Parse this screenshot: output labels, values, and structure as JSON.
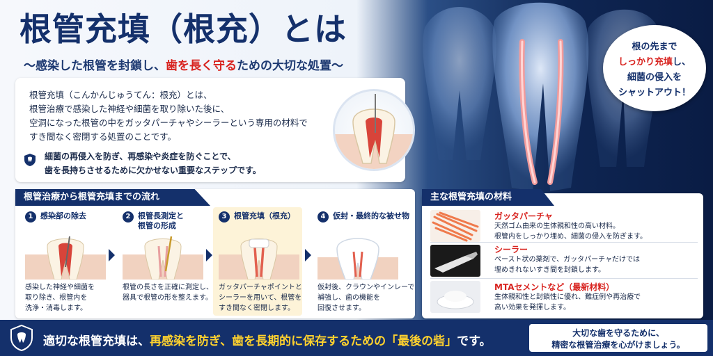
{
  "title": "根管充填（根充）とは",
  "subtitle": {
    "pre": "～感染した根管を封鎖し、",
    "highlight": "歯を長く守る",
    "post": "ための大切な処置～"
  },
  "intro": {
    "lines": [
      "根管充填（こんかんじゅうてん：根充）とは、",
      "根管治療で感染した神経や細菌を取り除いた後に、",
      "空洞になった根管の中をガッタパーチャやシーラーという専用の材料で",
      "すき間なく密閉する処置のことです。"
    ],
    "note_lines": [
      "細菌の再侵入を防ぎ、再感染や炎症を防ぐことで、",
      "歯を長持ちさせるために欠かせない重要なステップです。"
    ]
  },
  "bubble": {
    "line1": "根の先まで",
    "line2_highlight": "しっかり充填",
    "line2_rest": "し、",
    "line3": "細菌の侵入を",
    "line4": "シャットアウト！"
  },
  "flow": {
    "heading": "根管治療から根管充填までの流れ",
    "steps": [
      {
        "num": "1",
        "title": [
          "感染部の除去"
        ],
        "desc": [
          "感染した神経や細菌を",
          "取り除き、根管内を",
          "洗浄・消毒します。"
        ]
      },
      {
        "num": "2",
        "title": [
          "根管長測定と",
          "根管の形成"
        ],
        "desc": [
          "根管の長さを正確に測定し、",
          "器具で根管の形を整えます。"
        ]
      },
      {
        "num": "3",
        "title": [
          "根管充填（根充）"
        ],
        "desc": [
          "ガッタパーチャポイントと",
          "シーラーを用いて、根管を",
          "すき間なく密閉します。"
        ]
      },
      {
        "num": "4",
        "title": [
          "仮封・最終的な被せ物"
        ],
        "desc": [
          "仮封後、クラウンやインレーで",
          "補強し、歯の機能を",
          "回復させます。"
        ]
      }
    ]
  },
  "materials": {
    "heading": "主な根管充填の材料",
    "items": [
      {
        "name": "ガッタパーチャ",
        "desc": [
          "天然ゴム由来の生体親和性の高い材料。",
          "根管内をしっかり埋め、細菌の侵入を防ぎます。"
        ]
      },
      {
        "name": "シーラー",
        "desc": [
          "ペースト状の薬剤で、ガッタパーチャだけでは",
          "埋めきれないすき間を封鎖します。"
        ]
      },
      {
        "name": "MTAセメントなど（最新材料）",
        "desc": [
          "生体親和性と封鎖性に優れ、難症例や再治療で",
          "高い効果を発揮します。"
        ]
      }
    ]
  },
  "bottom": {
    "pre": "適切な根管充填は、",
    "highlight1": "再感染を防ぎ、歯を長期的に保存するための",
    "highlight2": "「最後の砦」",
    "post": "です。",
    "note_line1": "大切な歯を守るために、",
    "note_line2": "精密な根管治療を心がけましょう。"
  },
  "colors": {
    "navy": "#14306b",
    "red": "#d8231f",
    "yellow": "#ffd22e",
    "highlight_bg": "#fdf3d8"
  },
  "icons": [
    "shield-tooth-icon",
    "tooth-xray-image",
    "tooth-cross-section-image",
    "chevron-right-icon"
  ]
}
